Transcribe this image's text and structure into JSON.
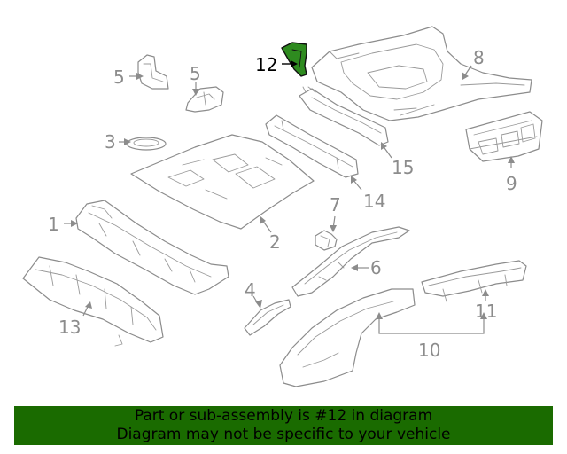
{
  "callouts": {
    "c1": "1",
    "c2": "2",
    "c3": "3",
    "c4": "4",
    "c5a": "5",
    "c5b": "5",
    "c6": "6",
    "c7": "7",
    "c8": "8",
    "c9": "9",
    "c10": "10",
    "c11": "11",
    "c12": "12",
    "c13": "13",
    "c14": "14",
    "c15": "15"
  },
  "highlight": {
    "part_number": "12",
    "color": "#2e8b1f"
  },
  "banner": {
    "line1": "Part or sub-assembly is #12 in diagram",
    "line2": "Diagram may not be specific to your vehicle",
    "background": "#1a6b00"
  }
}
